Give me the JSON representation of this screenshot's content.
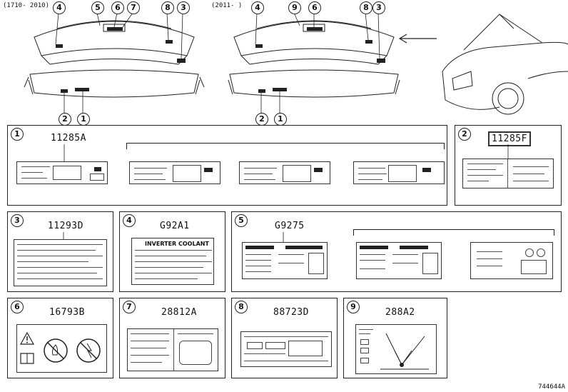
{
  "top": {
    "left_range": "(1710-  2010)",
    "right_range": "(2011-      )",
    "left_callouts_top": [
      "4",
      "5",
      "6",
      "7",
      "8",
      "3"
    ],
    "left_callouts_bottom": [
      "2",
      "1"
    ],
    "right_callouts_top": [
      "4",
      "9",
      "6",
      "8",
      "3"
    ],
    "right_callouts_bottom": [
      "2",
      "1"
    ]
  },
  "panels": {
    "p1": {
      "num": "1",
      "code": "11285A"
    },
    "p2": {
      "num": "2",
      "code": "11285F"
    },
    "p3": {
      "num": "3",
      "code": "11293D"
    },
    "p4": {
      "num": "4",
      "code": "G92A1",
      "label_title": "INVERTER COOLANT"
    },
    "p5": {
      "num": "5",
      "code": "G9275"
    },
    "p6": {
      "num": "6",
      "code": "16793B"
    },
    "p7": {
      "num": "7",
      "code": "28812A"
    },
    "p8": {
      "num": "8",
      "code": "88723D"
    },
    "p9": {
      "num": "9",
      "code": "288A2"
    }
  },
  "footer": "744644A"
}
